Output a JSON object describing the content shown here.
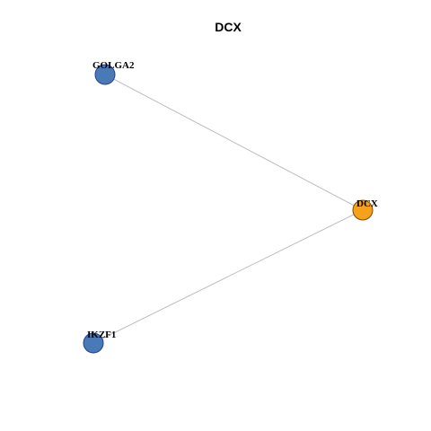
{
  "title": "DCX",
  "colors": {
    "hub_fill": "#f5a11c",
    "hub_stroke": "#7a4a00",
    "leaf_fill": "#4a7ab5",
    "leaf_stroke": "#1f3f9a",
    "edge": "#bdbdbd"
  },
  "nodes": [
    {
      "id": "GOLGA2",
      "label": "GOLGA2",
      "role": "neighbor"
    },
    {
      "id": "DCX",
      "label": "DCX",
      "role": "hub"
    },
    {
      "id": "IKZF1",
      "label": "IKZF1",
      "role": "neighbor"
    }
  ],
  "edges": [
    {
      "from": "GOLGA2",
      "to": "DCX"
    },
    {
      "from": "IKZF1",
      "to": "DCX"
    }
  ]
}
